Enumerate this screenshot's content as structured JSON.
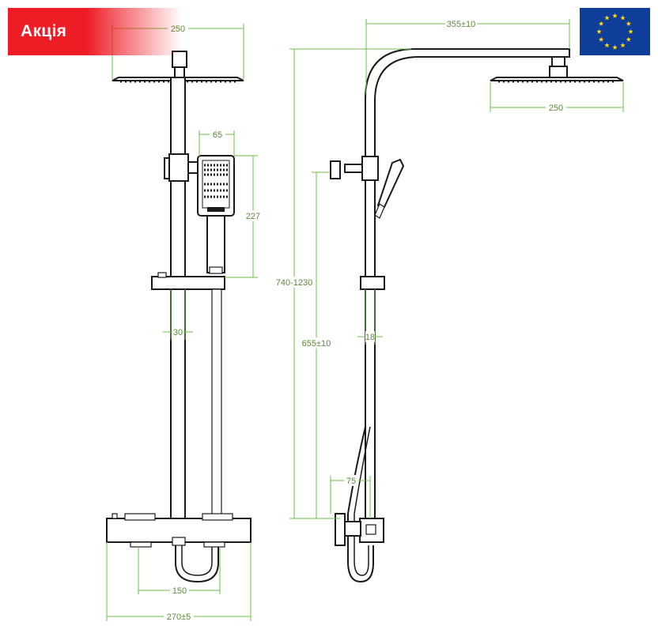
{
  "badge": {
    "label": "Акція",
    "color": "#ee1c25"
  },
  "flag": {
    "name": "eu-flag",
    "background": "#0f3e9a",
    "star_color": "#ffdd00",
    "stars": 12
  },
  "dimensions": {
    "front_head_width": "250",
    "handset_width": "65",
    "handset_height": "227",
    "bar_diameter": "30",
    "outlet_spacing": "150",
    "mixer_spacing": "270±5",
    "side_arm_length": "355±10",
    "side_head_width": "250",
    "height_range": "740-1230",
    "holder_height": "655±10",
    "side_bar_diameter": "18",
    "valve_depth": "75"
  },
  "colors": {
    "dimension": "#6cbf4a",
    "outline": "#1a1a1a"
  }
}
